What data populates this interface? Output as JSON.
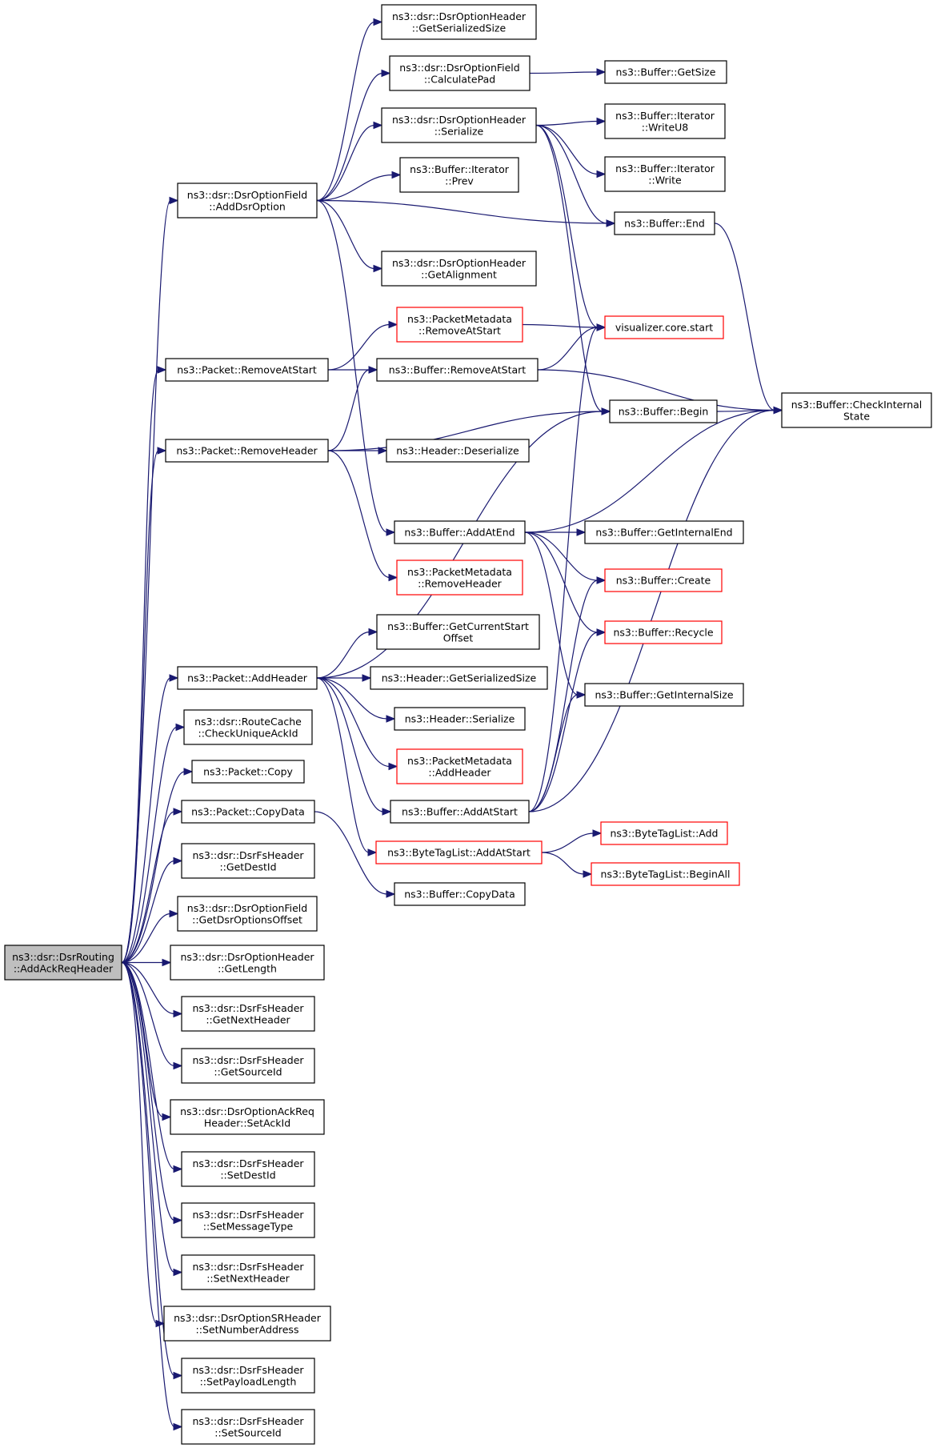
{
  "nodes": [
    {
      "id": "root",
      "lines": [
        "ns3::dsr::DsrRouting",
        "::AddAckReqHeader"
      ],
      "style": "root"
    },
    {
      "id": "addDsrOption",
      "lines": [
        "ns3::dsr::DsrOptionField",
        "::AddDsrOption"
      ],
      "style": "normal"
    },
    {
      "id": "optGetSerializedSize",
      "lines": [
        "ns3::dsr::DsrOptionHeader",
        "::GetSerializedSize"
      ],
      "style": "normal"
    },
    {
      "id": "calculatePad",
      "lines": [
        "ns3::dsr::DsrOptionField",
        "::CalculatePad"
      ],
      "style": "normal"
    },
    {
      "id": "bufGetSize",
      "lines": [
        "ns3::Buffer::GetSize"
      ],
      "style": "normal"
    },
    {
      "id": "optSerialize",
      "lines": [
        "ns3::dsr::DsrOptionHeader",
        "::Serialize"
      ],
      "style": "normal"
    },
    {
      "id": "writeU8",
      "lines": [
        "ns3::Buffer::Iterator",
        "::WriteU8"
      ],
      "style": "normal"
    },
    {
      "id": "iterPrev",
      "lines": [
        "ns3::Buffer::Iterator",
        "::Prev"
      ],
      "style": "normal"
    },
    {
      "id": "iterWrite",
      "lines": [
        "ns3::Buffer::Iterator",
        "::Write"
      ],
      "style": "normal"
    },
    {
      "id": "bufEnd",
      "lines": [
        "ns3::Buffer::End"
      ],
      "style": "normal"
    },
    {
      "id": "getAlignment",
      "lines": [
        "ns3::dsr::DsrOptionHeader",
        "::GetAlignment"
      ],
      "style": "normal"
    },
    {
      "id": "pmRemoveAtStart",
      "lines": [
        "ns3::PacketMetadata",
        "::RemoveAtStart"
      ],
      "style": "red"
    },
    {
      "id": "vizStart",
      "lines": [
        "visualizer.core.start"
      ],
      "style": "red"
    },
    {
      "id": "pktRemoveAtStart",
      "lines": [
        "ns3::Packet::RemoveAtStart"
      ],
      "style": "normal"
    },
    {
      "id": "bufRemoveAtStart",
      "lines": [
        "ns3::Buffer::RemoveAtStart"
      ],
      "style": "normal"
    },
    {
      "id": "checkInternal",
      "lines": [
        "ns3::Buffer::CheckInternal",
        "State"
      ],
      "style": "normal"
    },
    {
      "id": "bufBegin",
      "lines": [
        "ns3::Buffer::Begin"
      ],
      "style": "normal"
    },
    {
      "id": "pktRemoveHeader",
      "lines": [
        "ns3::Packet::RemoveHeader"
      ],
      "style": "normal"
    },
    {
      "id": "hdrDeserialize",
      "lines": [
        "ns3::Header::Deserialize"
      ],
      "style": "normal"
    },
    {
      "id": "bufAddAtEnd",
      "lines": [
        "ns3::Buffer::AddAtEnd"
      ],
      "style": "normal"
    },
    {
      "id": "getInternalEnd",
      "lines": [
        "ns3::Buffer::GetInternalEnd"
      ],
      "style": "normal"
    },
    {
      "id": "pmRemoveHeader",
      "lines": [
        "ns3::PacketMetadata",
        "::RemoveHeader"
      ],
      "style": "red"
    },
    {
      "id": "bufCreate",
      "lines": [
        "ns3::Buffer::Create"
      ],
      "style": "red"
    },
    {
      "id": "getCurrentStartOffset",
      "lines": [
        "ns3::Buffer::GetCurrentStart",
        "Offset"
      ],
      "style": "normal"
    },
    {
      "id": "bufRecycle",
      "lines": [
        "ns3::Buffer::Recycle"
      ],
      "style": "red"
    },
    {
      "id": "pktAddHeader",
      "lines": [
        "ns3::Packet::AddHeader"
      ],
      "style": "normal"
    },
    {
      "id": "hdrGetSerializedSize",
      "lines": [
        "ns3::Header::GetSerializedSize"
      ],
      "style": "normal"
    },
    {
      "id": "getInternalSize",
      "lines": [
        "ns3::Buffer::GetInternalSize"
      ],
      "style": "normal"
    },
    {
      "id": "checkUniqueAckId",
      "lines": [
        "ns3::dsr::RouteCache",
        "::CheckUniqueAckId"
      ],
      "style": "normal"
    },
    {
      "id": "hdrSerialize",
      "lines": [
        "ns3::Header::Serialize"
      ],
      "style": "normal"
    },
    {
      "id": "pmAddHeader",
      "lines": [
        "ns3::PacketMetadata",
        "::AddHeader"
      ],
      "style": "red"
    },
    {
      "id": "pktCopy",
      "lines": [
        "ns3::Packet::Copy"
      ],
      "style": "normal"
    },
    {
      "id": "pktCopyData",
      "lines": [
        "ns3::Packet::CopyData"
      ],
      "style": "normal"
    },
    {
      "id": "bufAddAtStart",
      "lines": [
        "ns3::Buffer::AddAtStart"
      ],
      "style": "normal"
    },
    {
      "id": "btlAdd",
      "lines": [
        "ns3::ByteTagList::Add"
      ],
      "style": "red"
    },
    {
      "id": "btlAddAtStart",
      "lines": [
        "ns3::ByteTagList::AddAtStart"
      ],
      "style": "red"
    },
    {
      "id": "btlBeginAll",
      "lines": [
        "ns3::ByteTagList::BeginAll"
      ],
      "style": "red"
    },
    {
      "id": "fsGetDestId",
      "lines": [
        "ns3::dsr::DsrFsHeader",
        "::GetDestId"
      ],
      "style": "normal"
    },
    {
      "id": "bufCopyData",
      "lines": [
        "ns3::Buffer::CopyData"
      ],
      "style": "normal"
    },
    {
      "id": "getDsrOptionsOffset",
      "lines": [
        "ns3::dsr::DsrOptionField",
        "::GetDsrOptionsOffset"
      ],
      "style": "normal"
    },
    {
      "id": "optGetLength",
      "lines": [
        "ns3::dsr::DsrOptionHeader",
        "::GetLength"
      ],
      "style": "normal"
    },
    {
      "id": "fsGetNextHeader",
      "lines": [
        "ns3::dsr::DsrFsHeader",
        "::GetNextHeader"
      ],
      "style": "normal"
    },
    {
      "id": "fsGetSourceId",
      "lines": [
        "ns3::dsr::DsrFsHeader",
        "::GetSourceId"
      ],
      "style": "normal"
    },
    {
      "id": "ackReqSetAckId",
      "lines": [
        "ns3::dsr::DsrOptionAckReq",
        "Header::SetAckId"
      ],
      "style": "normal"
    },
    {
      "id": "fsSetDestId",
      "lines": [
        "ns3::dsr::DsrFsHeader",
        "::SetDestId"
      ],
      "style": "normal"
    },
    {
      "id": "fsSetMessageType",
      "lines": [
        "ns3::dsr::DsrFsHeader",
        "::SetMessageType"
      ],
      "style": "normal"
    },
    {
      "id": "fsSetNextHeader",
      "lines": [
        "ns3::dsr::DsrFsHeader",
        "::SetNextHeader"
      ],
      "style": "normal"
    },
    {
      "id": "srSetNumberAddress",
      "lines": [
        "ns3::dsr::DsrOptionSRHeader",
        "::SetNumberAddress"
      ],
      "style": "normal"
    },
    {
      "id": "fsSetPayloadLength",
      "lines": [
        "ns3::dsr::DsrFsHeader",
        "::SetPayloadLength"
      ],
      "style": "normal"
    },
    {
      "id": "fsSetSourceId",
      "lines": [
        "ns3::dsr::DsrFsHeader",
        "::SetSourceId"
      ],
      "style": "normal"
    }
  ],
  "edges": [
    [
      "root",
      "addDsrOption"
    ],
    [
      "root",
      "pktRemoveAtStart"
    ],
    [
      "root",
      "pktRemoveHeader"
    ],
    [
      "root",
      "pktAddHeader"
    ],
    [
      "root",
      "checkUniqueAckId"
    ],
    [
      "root",
      "pktCopy"
    ],
    [
      "root",
      "pktCopyData"
    ],
    [
      "root",
      "fsGetDestId"
    ],
    [
      "root",
      "getDsrOptionsOffset"
    ],
    [
      "root",
      "optGetLength"
    ],
    [
      "root",
      "fsGetNextHeader"
    ],
    [
      "root",
      "fsGetSourceId"
    ],
    [
      "root",
      "ackReqSetAckId"
    ],
    [
      "root",
      "fsSetDestId"
    ],
    [
      "root",
      "fsSetMessageType"
    ],
    [
      "root",
      "fsSetNextHeader"
    ],
    [
      "root",
      "srSetNumberAddress"
    ],
    [
      "root",
      "fsSetPayloadLength"
    ],
    [
      "root",
      "fsSetSourceId"
    ],
    [
      "addDsrOption",
      "optGetSerializedSize"
    ],
    [
      "addDsrOption",
      "calculatePad"
    ],
    [
      "addDsrOption",
      "optSerialize"
    ],
    [
      "addDsrOption",
      "iterPrev"
    ],
    [
      "addDsrOption",
      "bufEnd"
    ],
    [
      "addDsrOption",
      "getAlignment"
    ],
    [
      "addDsrOption",
      "bufAddAtEnd"
    ],
    [
      "calculatePad",
      "bufGetSize"
    ],
    [
      "optSerialize",
      "writeU8"
    ],
    [
      "optSerialize",
      "iterWrite"
    ],
    [
      "optSerialize",
      "bufEnd"
    ],
    [
      "optSerialize",
      "vizStart"
    ],
    [
      "optSerialize",
      "bufBegin"
    ],
    [
      "bufEnd",
      "checkInternal"
    ],
    [
      "pmRemoveAtStart",
      "vizStart"
    ],
    [
      "pktRemoveAtStart",
      "pmRemoveAtStart"
    ],
    [
      "pktRemoveAtStart",
      "bufRemoveAtStart"
    ],
    [
      "bufRemoveAtStart",
      "vizStart"
    ],
    [
      "bufRemoveAtStart",
      "checkInternal"
    ],
    [
      "bufBegin",
      "checkInternal"
    ],
    [
      "pktRemoveHeader",
      "bufRemoveAtStart"
    ],
    [
      "pktRemoveHeader",
      "bufBegin"
    ],
    [
      "pktRemoveHeader",
      "hdrDeserialize"
    ],
    [
      "pktRemoveHeader",
      "pmRemoveHeader"
    ],
    [
      "bufAddAtEnd",
      "checkInternal"
    ],
    [
      "bufAddAtEnd",
      "getInternalEnd"
    ],
    [
      "bufAddAtEnd",
      "bufCreate"
    ],
    [
      "bufAddAtEnd",
      "bufRecycle"
    ],
    [
      "bufAddAtEnd",
      "getInternalSize"
    ],
    [
      "pktAddHeader",
      "bufBegin"
    ],
    [
      "pktAddHeader",
      "getCurrentStartOffset"
    ],
    [
      "pktAddHeader",
      "hdrGetSerializedSize"
    ],
    [
      "pktAddHeader",
      "hdrSerialize"
    ],
    [
      "pktAddHeader",
      "pmAddHeader"
    ],
    [
      "pktAddHeader",
      "bufAddAtStart"
    ],
    [
      "pktAddHeader",
      "btlAddAtStart"
    ],
    [
      "bufAddAtStart",
      "vizStart"
    ],
    [
      "bufAddAtStart",
      "bufCreate"
    ],
    [
      "bufAddAtStart",
      "bufRecycle"
    ],
    [
      "bufAddAtStart",
      "getInternalSize"
    ],
    [
      "bufAddAtStart",
      "checkInternal"
    ],
    [
      "btlAddAtStart",
      "btlAdd"
    ],
    [
      "btlAddAtStart",
      "btlBeginAll"
    ],
    [
      "pktCopyData",
      "bufCopyData"
    ]
  ]
}
